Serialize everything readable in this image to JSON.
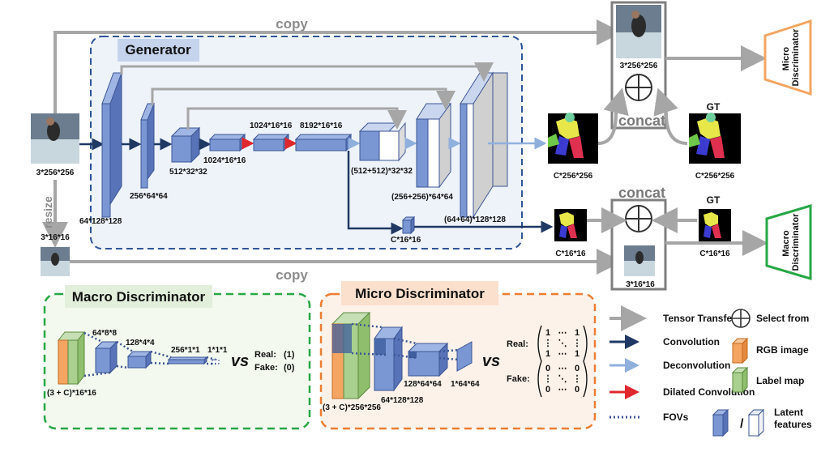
{
  "generator": {
    "title": "Generator",
    "labels": {
      "in_full": "3*256*256",
      "resize": "resize",
      "in_small": "3*16*16",
      "enc1": "64*128*128",
      "enc2": "256*64*64",
      "enc3": "512*32*32",
      "enc4": "1024*16*16",
      "dil1": "1024*16*16",
      "dil2": "8192*16*16",
      "dec1": "(512+512)*32*32",
      "dec2": "(256+256)*64*64",
      "dec3": "(64+64)*128*128",
      "side_out": "C*16*16",
      "out_full": "C*256*256",
      "out_small": "C*16*16"
    }
  },
  "top": {
    "copy_label": "copy",
    "concat_label": "concat",
    "real_label": "3*256*256",
    "gt_label": "GT",
    "gt_dim": "C*256*256",
    "disc": "Micro Discriminator"
  },
  "bottom": {
    "copy_label": "copy",
    "concat_label": "concat",
    "real_label": "3*16*16",
    "gt_label": "GT",
    "gt_dim": "C*16*16",
    "disc": "Macro Discriminator"
  },
  "macro_panel": {
    "title": "Macro Discriminator",
    "input": "(3 + C)*16*16",
    "l1": "64*8*8",
    "l2": "128*4*4",
    "l3": "256*1*1",
    "l4": "1*1*1",
    "vs": "vs",
    "real_label": "Real:",
    "real_val": "(1)",
    "fake_label": "Fake:",
    "fake_val": "(0)"
  },
  "micro_panel": {
    "title": "Micro Discriminator",
    "input": "(3 + C)*256*256",
    "l1": "64*128*128",
    "l2": "128*64*64",
    "l3": "1*64*64",
    "vs": "vs",
    "real_label": "Real:",
    "fake_label": "Fake:",
    "real_matrix": [
      "1",
      "⋯",
      "1",
      "⋮",
      "⋱",
      "⋮",
      "1",
      "⋯",
      "1"
    ],
    "fake_matrix": [
      "0",
      "⋯",
      "0",
      "⋮",
      "⋱",
      "⋮",
      "0",
      "⋯",
      "0"
    ]
  },
  "legend": {
    "tensor_transfer": "Tensor Transfer",
    "convolution": "Convolution",
    "deconvolution": "Deconvolution",
    "dilated": "Dilated Convolution",
    "fovs": "FOVs",
    "select": "Select from",
    "rgb": "RGB image",
    "label_map": "Label map",
    "slash": "/",
    "latent_line1": "Latent",
    "latent_line2": "features"
  },
  "colors": {
    "gray_arrow": "#a6a6a6",
    "conv": "#1f3864",
    "deconv": "#8fb0dc",
    "dilated": "#e0272e",
    "block_blue": "#7a97d4",
    "rgb_orange": "#f4a561",
    "label_green": "#a9d08e",
    "macro_border": "#27a745",
    "micro_border": "#ed7d31",
    "gen_border": "#2f5597"
  }
}
